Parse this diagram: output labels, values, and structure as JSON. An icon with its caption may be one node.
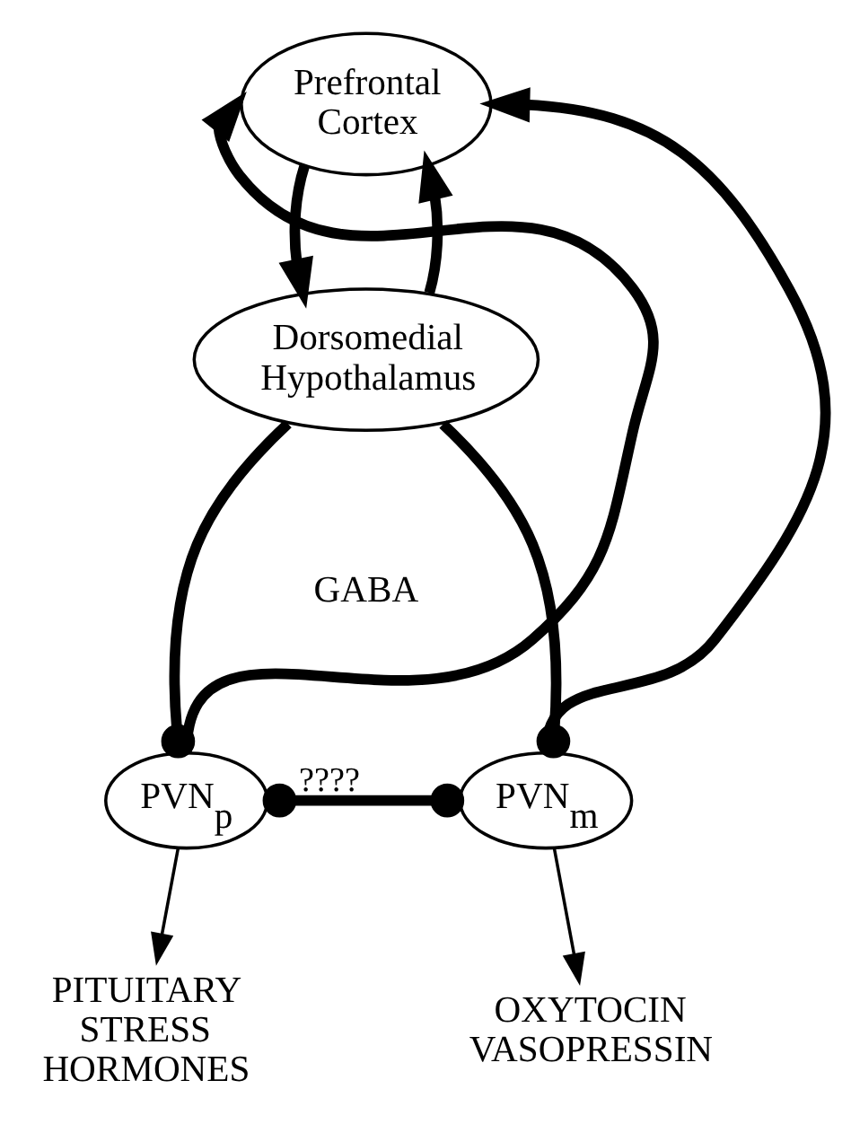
{
  "diagram": {
    "nodes": [
      {
        "text": [
          "Prefrontal Cortex"
        ]
      },
      {
        "text": [
          "Dorsomedial Hypothalamus"
        ]
      },
      {
        "text": [
          "PVN$_{p}$"
        ]
      },
      {
        "text": [
          "PVN$_{m}$"
        ]
      },
      {
        "text": [
          "PITUITARY STRESS HORMONES"
        ]
      },
      {
        "text": [
          "OXYTOCIN VASOPRESSIN"
        ]
      }
    ],
    "edges": [
      {
        "from": 0,
        "to": 1,
        "arrow": "to"
      },
      {
        "from": 1,
        "to": 0,
        "arrow": "to"
      },
      {
        "from": 2,
        "to": 0,
        "arrow": "to"
      },
      {
        "from": 3,
        "to": 0,
        "arrow": "to"
      },
      {
        "from": 1,
        "to": 2,
        "arrow": "other"
      },
      {
        "from": 1,
        "to": 3,
        "arrow": "other"
      },
      {
        "from": 2,
        "to": 3,
        "arrow": "other",
        "label": "????"
      },
      {
        "from": 2,
        "to": 4,
        "arrow": "to"
      },
      {
        "from": 3,
        "to": 5,
        "arrow": "to"
      }
    ],
    "labels": [
      "GABA"
    ]
  }
}
